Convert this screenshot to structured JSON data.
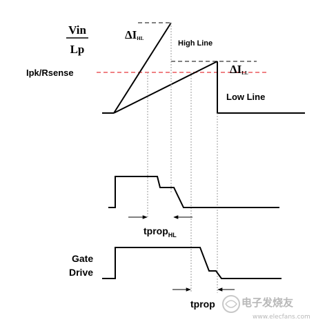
{
  "labels": {
    "slope_numerator": "Vin",
    "slope_denominator": "Lp",
    "threshold": "Ipk/Rsense",
    "delta_high_prefix": "ΔI",
    "delta_high_sub": "HL",
    "delta_low_prefix": "ΔI",
    "delta_low_sub": "LL",
    "high_line": "High Line",
    "low_line": "Low Line",
    "tprop_hl": "tprop",
    "tprop_hl_sub": "HL",
    "gate_drive_line1": "Gate",
    "gate_drive_line2": "Drive",
    "tprop_ll": "tprop"
  },
  "watermark": {
    "cn": "电子发烧友",
    "url": "www.elecfans.com"
  },
  "colors": {
    "trace": "#000000",
    "threshold_line": "#e8363a",
    "guide_dashes": "#999999"
  }
}
